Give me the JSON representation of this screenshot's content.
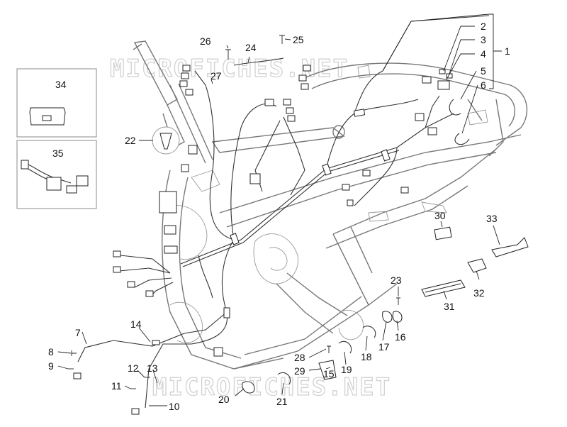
{
  "watermark": "MICROFICHES.NET",
  "callouts": {
    "c1": "1",
    "c2": "2",
    "c3": "3",
    "c4": "4",
    "c5": "5",
    "c6": "6",
    "c7": "7",
    "c8": "8",
    "c9": "9",
    "c10": "10",
    "c11": "11",
    "c12": "12",
    "c13": "13",
    "c14": "14",
    "c15": "15",
    "c16": "16",
    "c17": "17",
    "c18": "18",
    "c19": "19",
    "c20": "20",
    "c21": "21",
    "c22": "22",
    "c23": "23",
    "c24": "24",
    "c25": "25",
    "c26": "26",
    "c27": "27",
    "c28": "28",
    "c29": "29",
    "c30": "30",
    "c31": "31",
    "c32": "32",
    "c33": "33",
    "c34": "34",
    "c35": "35"
  }
}
